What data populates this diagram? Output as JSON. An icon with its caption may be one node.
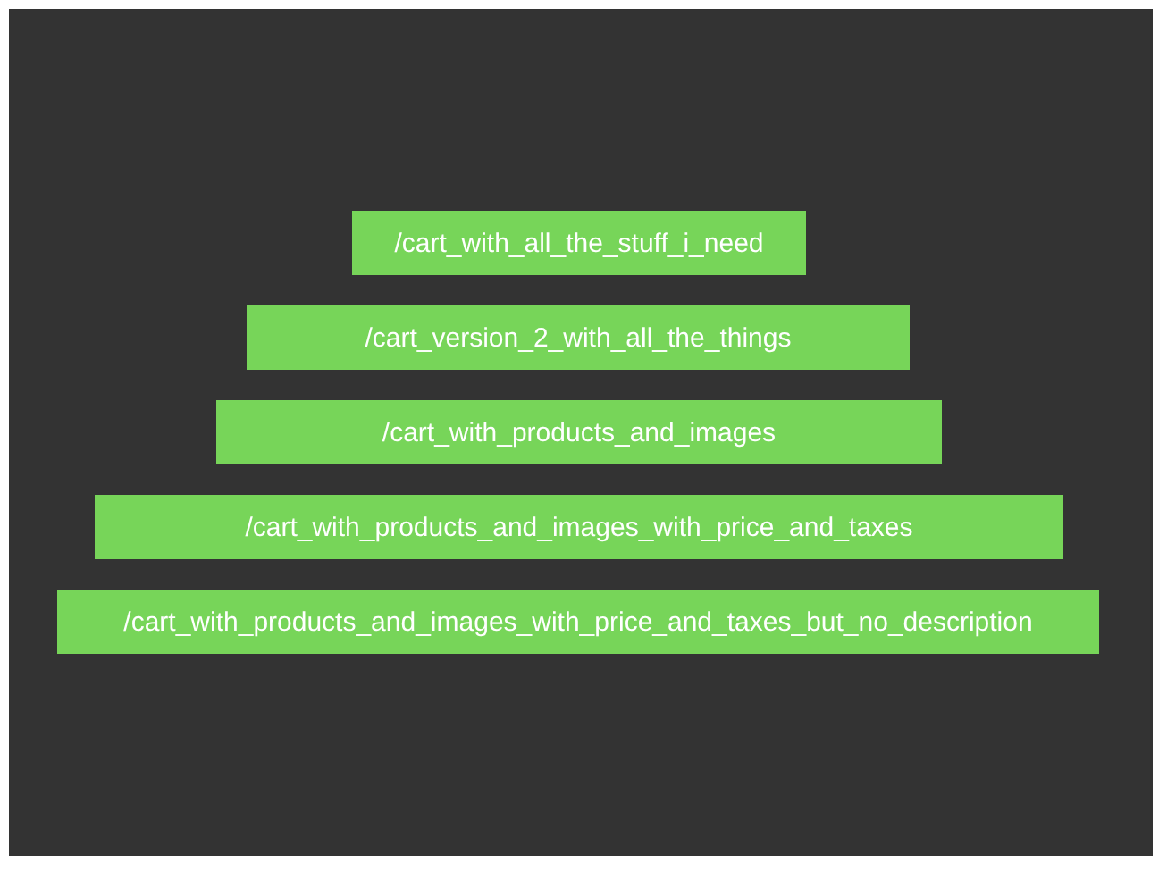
{
  "diagram": {
    "nodes": [
      {
        "text": [
          "/cart_with_all_the_stuff_i_need"
        ]
      },
      {
        "text": [
          "/cart_version_2_with_all_the_things"
        ]
      },
      {
        "text": [
          "/cart_with_products_and_images"
        ]
      },
      {
        "text": [
          "/cart_with_products_and_images_with_price_and_taxes"
        ]
      },
      {
        "text": [
          "/cart_with_products_and_images_with_price_and_taxes_but_no_description"
        ]
      }
    ]
  }
}
